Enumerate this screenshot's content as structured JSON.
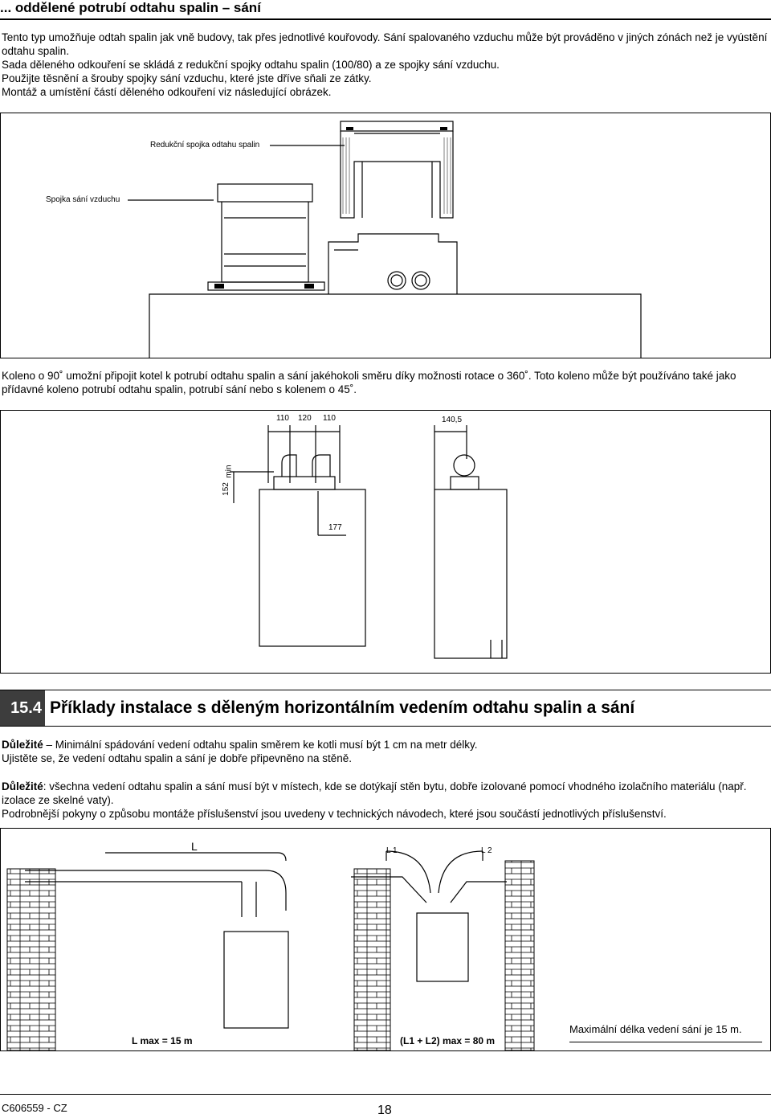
{
  "section": {
    "title": "... oddělené potrubí odtahu spalin – sání"
  },
  "intro": {
    "lines": [
      "Tento typ umožňuje odtah spalin jak vně budovy, tak přes jednotlivé kouřovody. Sání spalovaného vzduchu může být prováděno v jiných zónách než je vyústění odtahu spalin.",
      "Sada děleného odkouření se skládá z redukční spojky odtahu spalin (100/80) a ze spojky sání vzduchu.",
      "Použijte těsnění a šrouby spojky sání vzduchu, které jste dříve sňali ze zátky.",
      "Montáž a umístění částí děleného odkouření viz následující obrázek."
    ]
  },
  "figure1": {
    "label_reduction": "Redukční spojka odtahu spalin",
    "label_air": "Spojka sání vzduchu"
  },
  "note_rotation": "Koleno o 90˚ umožní připojit kotel k potrubí odtahu spalin a sání jakéhokoli směru díky možnosti rotace o 360˚. Toto koleno může být používáno také jako přídavné koleno potrubí odtahu spalin, potrubí sání nebo s kolenem o 45˚.",
  "figure2": {
    "dim_110a": "110",
    "dim_120": "120",
    "dim_110b": "110",
    "dim_1405": "140,5",
    "dim_152": "152",
    "dim_min": "min",
    "dim_177": "177"
  },
  "heading": {
    "number": "15.4",
    "text": "Příklady instalace s děleným horizontálním vedením odtahu spalin a sání"
  },
  "important1": {
    "label": "Důležité",
    "dash": " – ",
    "text": "Minimální spádování vedení odtahu spalin směrem ke kotli musí být 1 cm na metr délky.",
    "line2": "Ujistěte se, že vedení odtahu spalin a sání je dobře připevněno na stěně."
  },
  "important2": {
    "label": "Důležité",
    "text": ": všechna vedení odtahu spalin a sání musí být v místech, kde se dotýkají stěn bytu, dobře izolované pomocí vhodného izolačního materiálu (např. izolace ze skelné vaty).",
    "line2": "Podrobnější pokyny o způsobu montáže příslušenství jsou uvedeny v technických návodech, které jsou součástí jednotlivých příslušenství."
  },
  "figure3": {
    "label_L": "L",
    "label_L1": "L 1",
    "label_L2": "L 2",
    "caption_left": "L max = 15 m",
    "caption_mid": "(L1 + L2) max = 80 m",
    "caption_right": "Maximální délka vedení sání je 15 m."
  },
  "footer": {
    "code": "C606559 - CZ",
    "page": "18"
  }
}
